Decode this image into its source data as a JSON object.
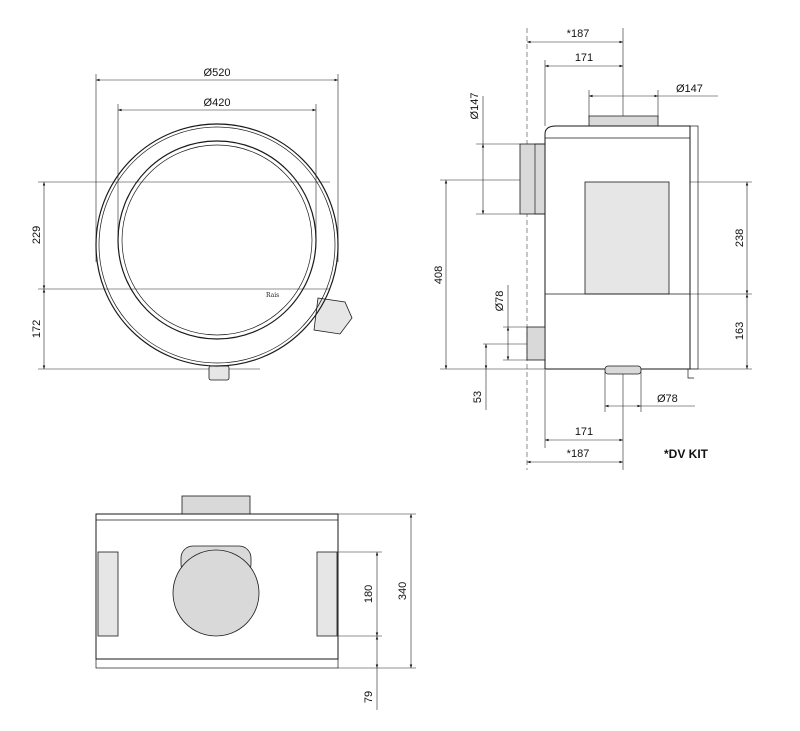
{
  "front_view": {
    "outer_diameter": "Ø520",
    "inner_diameter": "Ø420",
    "upper_height": "229",
    "lower_height": "172",
    "brand_mark": "Rais"
  },
  "side_view": {
    "dv_depth_top": "*187",
    "flue_offset_top": "171",
    "top_flue_diameter": "Ø147",
    "rear_flue_diameter": "Ø147",
    "total_height_left": "408",
    "air_inlet_rear_diameter": "Ø78",
    "air_inlet_rear_height": "53",
    "upper_height_right": "238",
    "lower_height_right": "163",
    "bottom_inlet_diameter": "Ø78",
    "inlet_offset_bottom": "171",
    "dv_depth_bottom": "*187",
    "dv_kit_note": "*DV KIT"
  },
  "top_view": {
    "inner_height": "180",
    "total_height": "340",
    "bottom_offset": "79"
  }
}
